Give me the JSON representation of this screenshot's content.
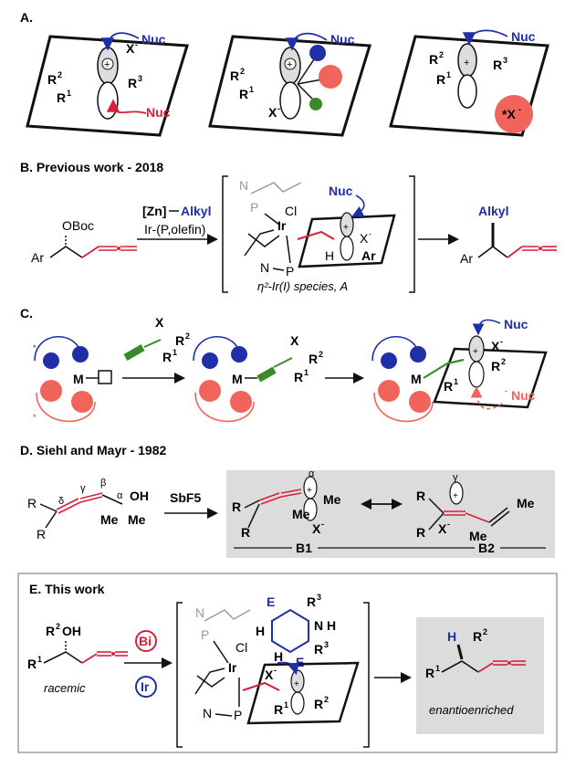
{
  "sections": {
    "a": {
      "label": "A."
    },
    "b": {
      "label": "B. Previous work - 2018",
      "reagent_zn": "[Zn]",
      "reagent_alkyl": "Alkyl",
      "catalyst": "Ir-(P,olefin)",
      "species_caption": "η²-Ir(I) species, A",
      "product_alkyl": "Alkyl"
    },
    "c": {
      "label": "C."
    },
    "d": {
      "label": "D. Siehl and Mayr - 1982",
      "reagent": "SbF5",
      "b1": "B1",
      "b2": "B2"
    },
    "e": {
      "label": "E. This work",
      "racemic": "racemic",
      "bi": "Bi",
      "ir": "Ir",
      "product_caption": "enantioenriched"
    }
  },
  "chem": {
    "nuc": "Nuc",
    "neg_nuc": "Nuc",
    "x_minus": "X",
    "star_x": "*X",
    "r1": "R",
    "r2": "R",
    "r3": "R",
    "oboc": "OBoc",
    "ar": "Ar",
    "cl": "Cl",
    "ir": "Ir",
    "n": "N",
    "p": "P",
    "h": "H",
    "m": "M",
    "oh": "OH",
    "me": "Me",
    "e": "E",
    "alpha": "α",
    "beta": "β",
    "gamma": "γ",
    "delta": "δ"
  },
  "colors": {
    "blue": "#1f2fa8",
    "red": "#d8203a",
    "salmon": "#f0645c",
    "green": "#3a8a2a",
    "gray_box": "#dcdcdc",
    "gray_text": "#9a9a9a"
  }
}
